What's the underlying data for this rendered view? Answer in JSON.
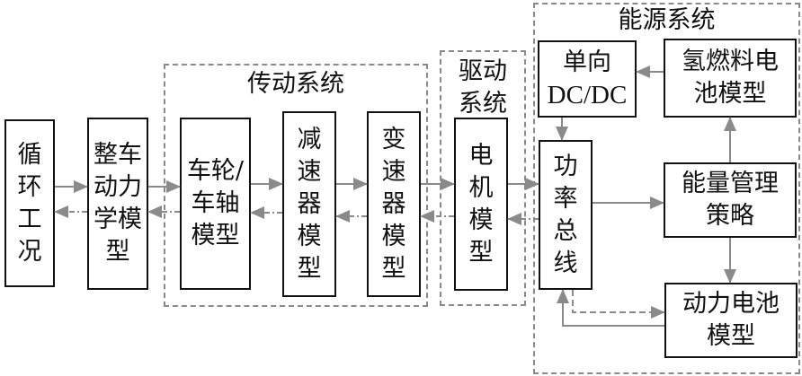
{
  "groups": {
    "transmission": "传动系统",
    "drive": "驱动系统",
    "energy": "能源系统"
  },
  "blocks": {
    "drive_cycle": "循环工况",
    "vehicle_dynamics": "整车动力学模型",
    "wheel_axle": "车轮/车轴模型",
    "reducer": "减速器模型",
    "gearbox": "变速器模型",
    "motor": "电机模型",
    "power_bus": "功率总线",
    "dcdc_line1": "单向",
    "dcdc_line2": "DC/DC",
    "fuel_cell": "氢燃料电池模型",
    "energy_mgmt": "能量管理策略",
    "battery": "动力电池模型"
  },
  "colors": {
    "arrow": "#8a8a8a",
    "box_border": "#111111",
    "group_border": "#8a8a8a"
  }
}
